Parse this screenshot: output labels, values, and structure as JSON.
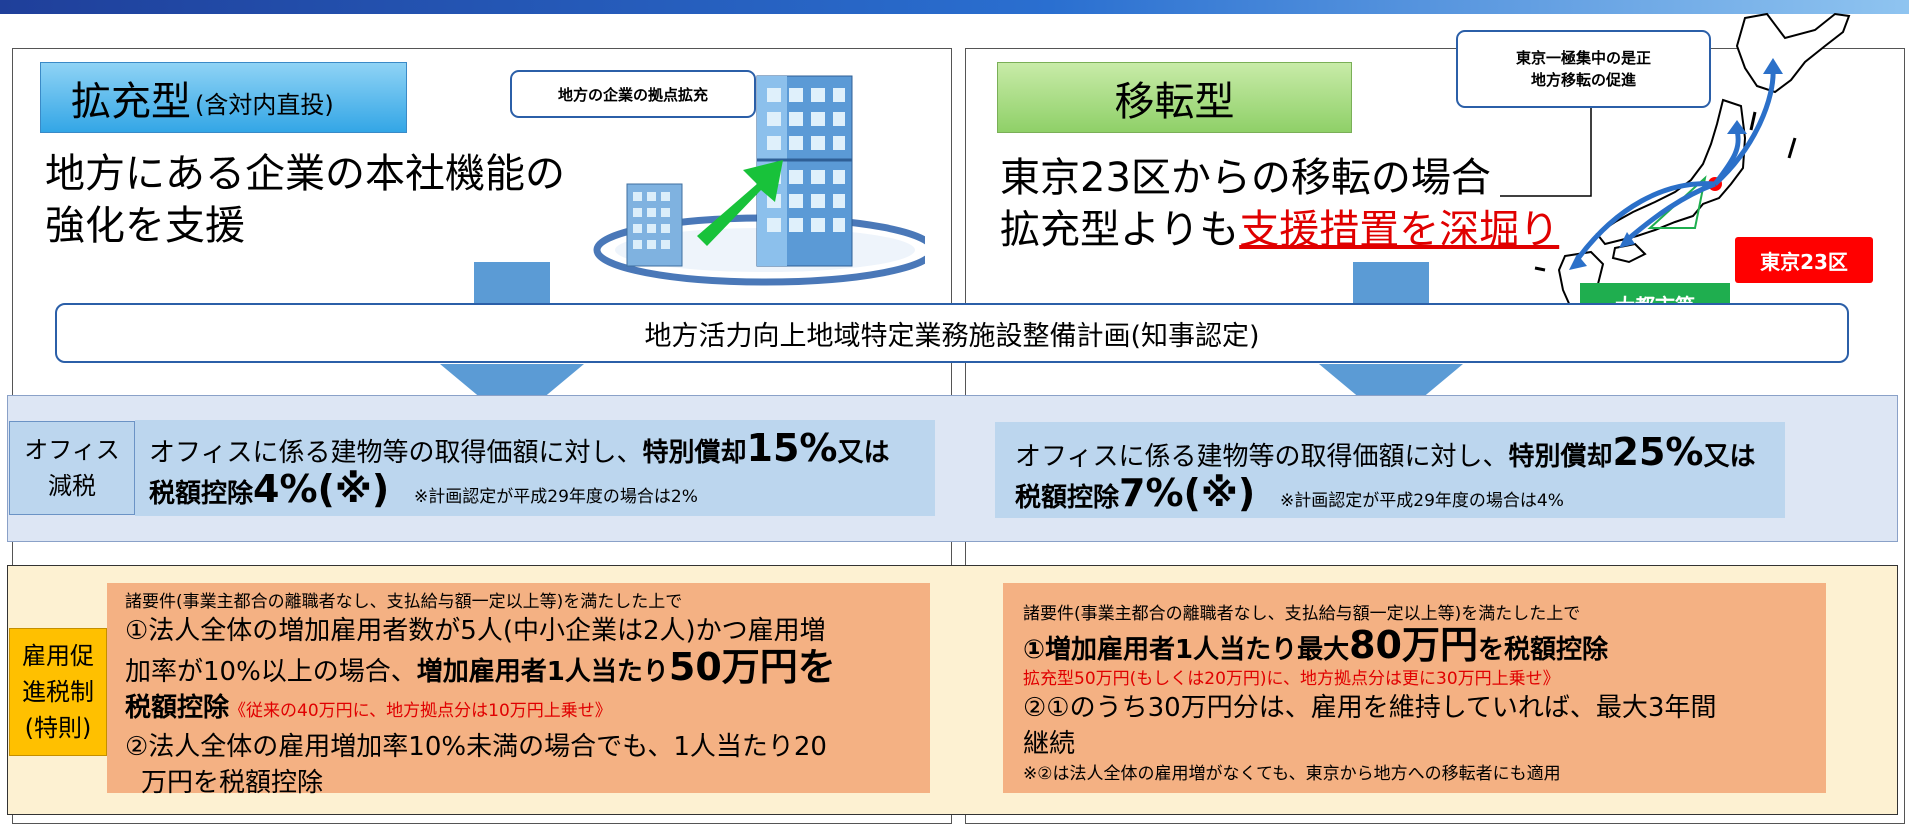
{
  "left": {
    "type_main": "拡充型",
    "type_sub": "(含対内直投)",
    "callout": "地方の企業の拠点拡充",
    "headline_l1": "地方にある企業の本社機能の",
    "headline_l2": "強化を支援"
  },
  "right": {
    "type_main": "移転型",
    "callout_l1": "東京一極集中の是正",
    "callout_l2": "地方移転の促進",
    "headline_l1": "東京23区からの移転の場合",
    "headline_l2_a": "拡充型よりも",
    "headline_l2_b": "支援措置を深堀り",
    "tokyo_tag": "東京23区",
    "metro_tag": "大都市等"
  },
  "plan": "地方活力向上地域特定業務施設整備計画(知事認定)",
  "office": {
    "side_l1": "オフィス",
    "side_l2": "減税",
    "left": {
      "a": "オフィスに係る建物等の取得価額に対し、",
      "b": "特別償却",
      "c": "15%",
      "d": "又は",
      "e": "税額控除",
      "f": "4%(※)",
      "note": "※計画認定が平成29年度の場合は2%"
    },
    "right": {
      "a": "オフィスに係る建物等の取得価額に対し、",
      "b": "特別償却",
      "c": "25%",
      "d": "又は",
      "e": "税額控除",
      "f": "7%(※)",
      "note": "※計画認定が平成29年度の場合は4%"
    }
  },
  "employment": {
    "side_l1": "雇用促",
    "side_l2": "進税制",
    "side_l3": "(特則)",
    "left": {
      "cond": "諸要件(事業主都合の離職者なし、支払給与額一定以上等)を満たした上で",
      "l1": "①法人全体の増加雇用者数が5人(中小企業は2人)かつ雇用増",
      "l2_a": "加率が10%以上の場合、",
      "l2_b": "増加雇用者1人当たり",
      "l2_c": "50万円を",
      "l3_a": "税額控除",
      "l3_b": "《従来の40万円に、地方拠点分は10万円上乗せ》",
      "l4": "②法人全体の雇用増加率10%未満の場合でも、1人当たり20",
      "l5": "万円を税額控除"
    },
    "right": {
      "cond": "諸要件(事業主都合の離職者なし、支払給与額一定以上等)を満たした上で",
      "l1_a": "①増加雇用者1人当たり最大",
      "l1_b": "80万円",
      "l1_c": "を税額控除",
      "l2": "拡充型50万円(もしくは20万円)に、地方拠点分は更に30万円上乗せ》",
      "l3": "②①のうち30万円分は、雇用を維持していれば、最大3年間",
      "l4": "継続",
      "note": "※②は法人全体の雇用増がなくても、東京から地方への移転者にも適用"
    }
  }
}
